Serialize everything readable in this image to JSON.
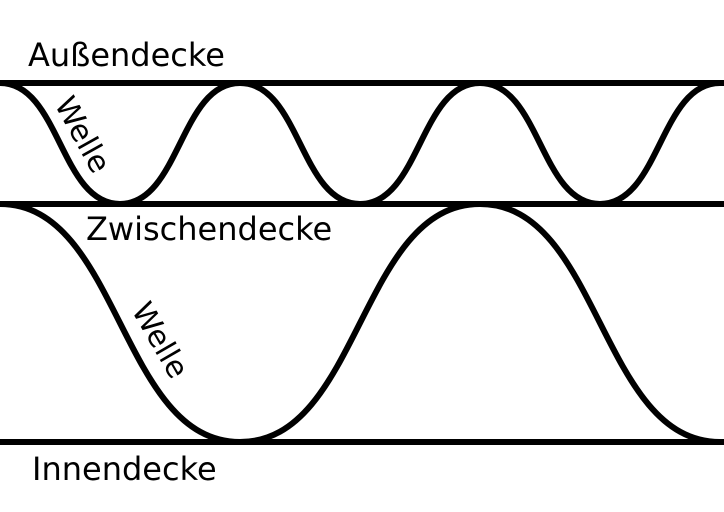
{
  "diagram": {
    "labels": {
      "outer_liner": "Außendecke",
      "middle_liner": "Zwischendecke",
      "inner_liner": "Innendecke",
      "flute_top": "Welle",
      "flute_bottom": "Welle"
    },
    "colors": {
      "stroke": "#000000",
      "background": "#ffffff"
    }
  }
}
